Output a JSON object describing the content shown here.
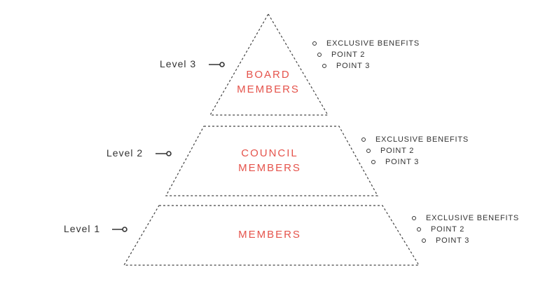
{
  "colors": {
    "accent": "#e5534b",
    "line": "#444444",
    "text": "#333333"
  },
  "tiers": [
    {
      "level": "Level 3",
      "name": [
        "BOARD",
        "MEMBERS"
      ],
      "benefits": [
        "EXCLUSIVE BENEFITS",
        "POINT 2",
        "POINT 3"
      ]
    },
    {
      "level": "Level 2",
      "name": [
        "COUNCIL",
        "MEMBERS"
      ],
      "benefits": [
        "EXCLUSIVE BENEFITS",
        "POINT 2",
        "POINT 3"
      ]
    },
    {
      "level": "Level 1",
      "name": [
        "MEMBERS"
      ],
      "benefits": [
        "EXCLUSIVE BENEFITS",
        "POINT 2",
        "POINT 3"
      ]
    }
  ]
}
